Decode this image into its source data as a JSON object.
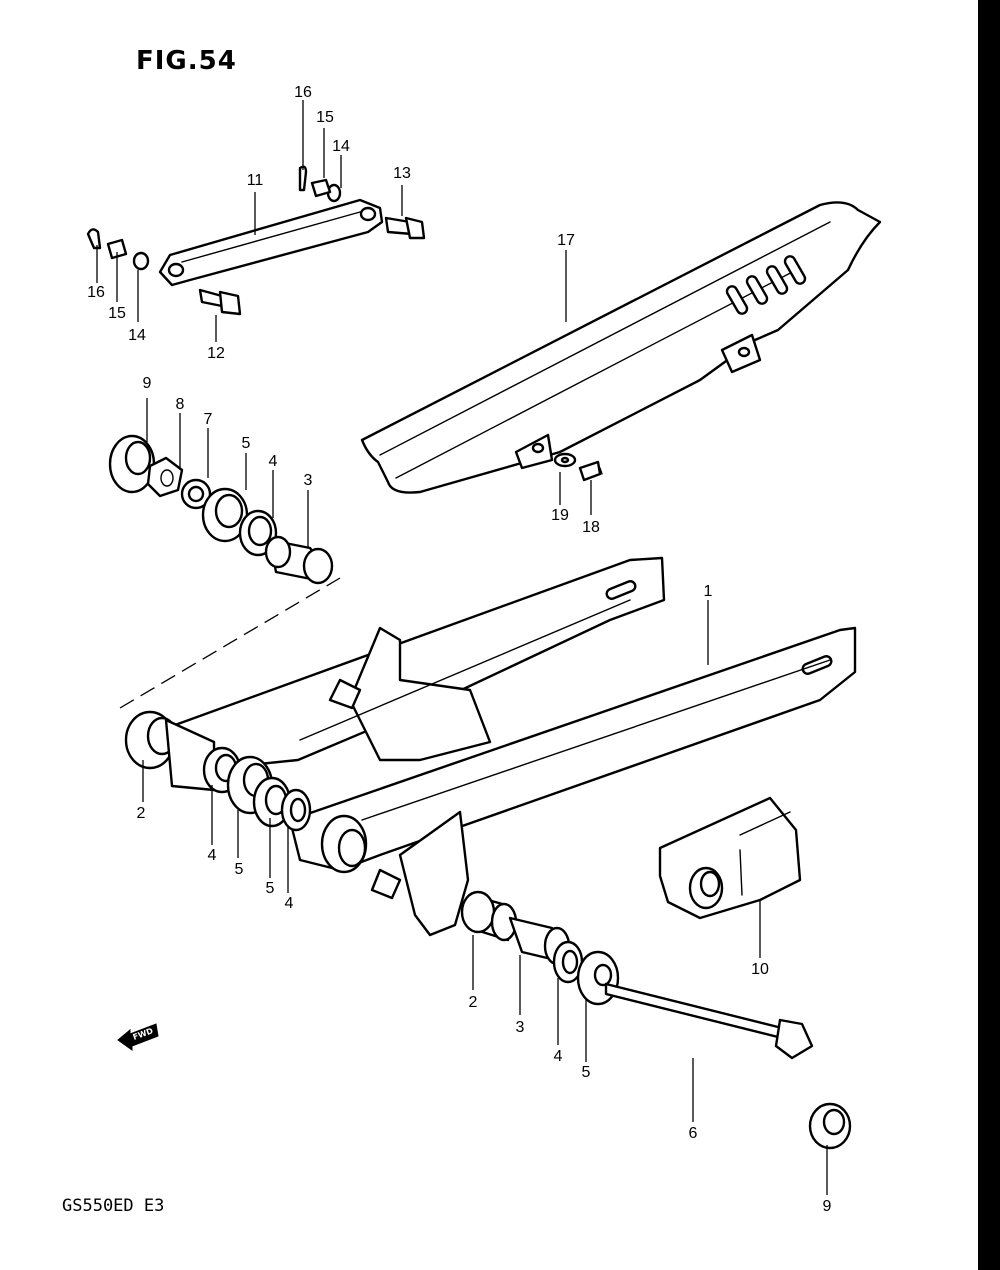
{
  "figure": {
    "title": "FIG.54",
    "model_code": "GS550ED E3",
    "forward_marker": "FWD"
  },
  "callouts": [
    {
      "part": "1",
      "label": "1"
    },
    {
      "part": "2",
      "label": "2"
    },
    {
      "part": "2",
      "label": "2"
    },
    {
      "part": "3",
      "label": "3"
    },
    {
      "part": "3",
      "label": "3"
    },
    {
      "part": "4",
      "label": "4"
    },
    {
      "part": "4",
      "label": "4"
    },
    {
      "part": "4",
      "label": "4"
    },
    {
      "part": "4",
      "label": "4"
    },
    {
      "part": "5",
      "label": "5"
    },
    {
      "part": "5",
      "label": "5"
    },
    {
      "part": "5",
      "label": "5"
    },
    {
      "part": "5",
      "label": "5"
    },
    {
      "part": "6",
      "label": "6"
    },
    {
      "part": "7",
      "label": "7"
    },
    {
      "part": "8",
      "label": "8"
    },
    {
      "part": "9",
      "label": "9"
    },
    {
      "part": "9",
      "label": "9"
    },
    {
      "part": "10",
      "label": "10"
    },
    {
      "part": "11",
      "label": "11"
    },
    {
      "part": "12",
      "label": "12"
    },
    {
      "part": "13",
      "label": "13"
    },
    {
      "part": "14",
      "label": "14"
    },
    {
      "part": "14",
      "label": "14"
    },
    {
      "part": "15",
      "label": "15"
    },
    {
      "part": "15",
      "label": "15"
    },
    {
      "part": "16",
      "label": "16"
    },
    {
      "part": "16",
      "label": "16"
    },
    {
      "part": "17",
      "label": "17"
    },
    {
      "part": "18",
      "label": "18"
    },
    {
      "part": "19",
      "label": "19"
    }
  ]
}
